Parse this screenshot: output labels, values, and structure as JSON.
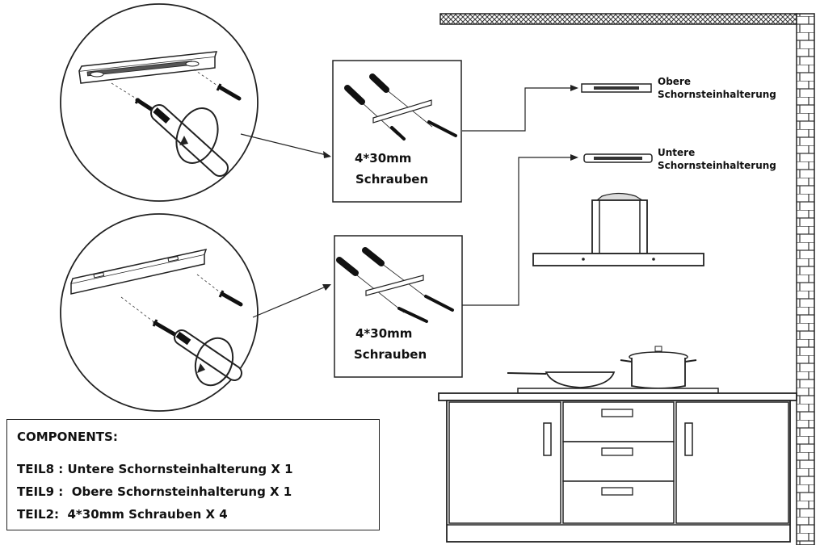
{
  "detail_top": {
    "screw_size": "4*30mm",
    "screw_word": "Schrauben"
  },
  "detail_bottom": {
    "screw_size": "4*30mm",
    "screw_word": "Schrauben"
  },
  "brackets": {
    "upper_line1": "Obere",
    "upper_line2": "Schornsteinhalterung",
    "lower_line1": "Untere",
    "lower_line2": "Schornsteinhalterung"
  },
  "components": {
    "title": "COMPONENTS:",
    "rows": [
      "TEIL8 : Untere Schornsteinhalterung X 1",
      "TEIL9 :  Obere Schornsteinhalterung X 1",
      "TEIL2:  4*30mm Schrauben X 4"
    ]
  }
}
